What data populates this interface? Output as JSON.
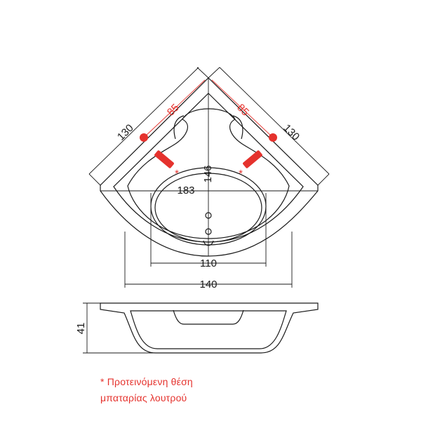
{
  "top_view": {
    "dim_left_side": "130",
    "dim_right_side": "130",
    "dim_left_tap": "85",
    "dim_right_tap": "85",
    "dim_depth": "146",
    "dim_inner_width": "183",
    "dim_inner_base": "110",
    "dim_outer_base": "140",
    "tap_marker": "*"
  },
  "side_view": {
    "dim_height": "41"
  },
  "note": {
    "line1": "* Προτεινόμενη θέση",
    "line2": "μπαταρίας λουτρού"
  },
  "colors": {
    "line": "#1a1a1a",
    "accent": "#e5322d"
  }
}
